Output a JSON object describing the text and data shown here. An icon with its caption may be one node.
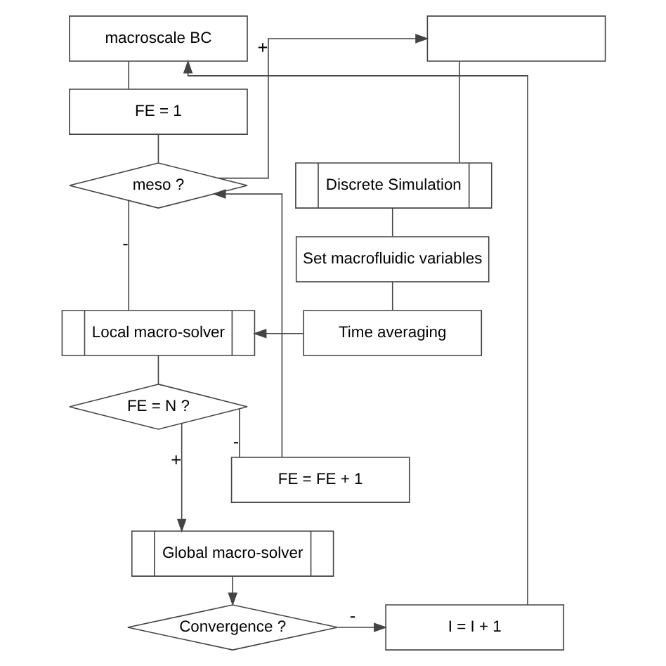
{
  "diagram": {
    "nodes": [
      {
        "text": [
          "macroscale BC"
        ]
      },
      {
        "text": [
          "FE = 1"
        ]
      },
      {
        "text": [
          "meso ?"
        ]
      },
      {
        "text": [],
        "shape": "box"
      },
      {
        "text": [
          "Discrete Simulation"
        ]
      },
      {
        "text": [
          "Set macrofluidic variables"
        ]
      },
      {
        "text": [
          "Local macro-solver"
        ]
      },
      {
        "text": [
          "Time averaging"
        ]
      },
      {
        "text": [
          "FE = N ?"
        ]
      },
      {
        "text": [
          "FE = FE + 1"
        ]
      },
      {
        "text": [
          "Global macro-solver"
        ]
      },
      {
        "text": [
          "Convergence ?"
        ]
      },
      {
        "text": [
          "I = I + 1"
        ]
      }
    ],
    "edges": [
      {
        "from": 0,
        "to": 1,
        "arrow": "none"
      },
      {
        "from": 1,
        "to": 2,
        "arrow": "none"
      },
      {
        "from": 2,
        "to": 3,
        "arrow": "to",
        "label": "+"
      },
      {
        "from": 2,
        "to": 6,
        "arrow": "none",
        "label": "-"
      },
      {
        "from": 3,
        "to": 4,
        "arrow": "none"
      },
      {
        "from": 4,
        "to": 5,
        "arrow": "none"
      },
      {
        "from": 5,
        "to": 7,
        "arrow": "none"
      },
      {
        "from": 7,
        "to": 6,
        "arrow": "to"
      },
      {
        "from": 6,
        "to": 8,
        "arrow": "none"
      },
      {
        "from": 8,
        "to": 10,
        "arrow": "to",
        "label": "+"
      },
      {
        "from": 8,
        "to": 9,
        "arrow": "none",
        "label": "-"
      },
      {
        "from": 9,
        "to": 2,
        "arrow": "to"
      },
      {
        "from": 10,
        "to": 11,
        "arrow": "to"
      },
      {
        "from": 11,
        "to": 12,
        "arrow": "to",
        "label": "-"
      },
      {
        "from": 12,
        "to": 0,
        "arrow": "to"
      }
    ]
  }
}
